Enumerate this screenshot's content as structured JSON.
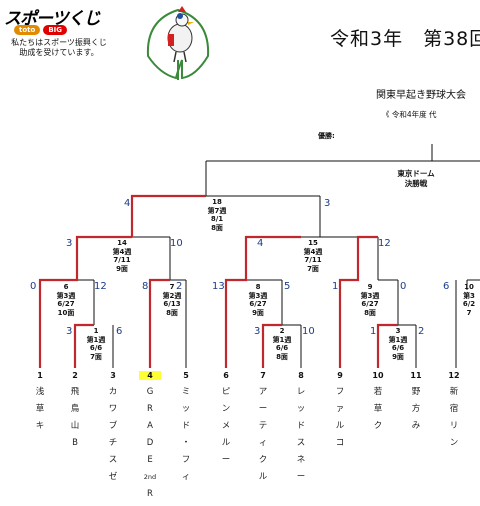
{
  "header": {
    "logo_text": "スポーツくじ",
    "badge_toto": "toto",
    "badge_big": "BIG",
    "support_line1": "私たちはスポーツ振興くじ",
    "support_line2": "助成を受けています。",
    "title": "令和3年　第38回",
    "subtitle": "関東早起き野球大会",
    "subsub": "《 令和4年度 代",
    "winner_label": "優勝:"
  },
  "final": {
    "line1": "東京ドーム",
    "line2": "決勝戦"
  },
  "games": {
    "g18": [
      "18",
      "第7週",
      "8/1",
      "8面"
    ],
    "g14": [
      "14",
      "第4週",
      "7/11",
      "9面"
    ],
    "g15": [
      "15",
      "第4週",
      "7/11",
      "7面"
    ],
    "g6": [
      "6",
      "第3週",
      "6/27",
      "10面"
    ],
    "g7": [
      "7",
      "第2週",
      "6/13",
      "8面"
    ],
    "g8": [
      "8",
      "第3週",
      "6/27",
      "9面"
    ],
    "g9": [
      "9",
      "第3週",
      "6/27",
      "8面"
    ],
    "g10": [
      "10",
      "第3",
      "6/2",
      "7"
    ],
    "g1": [
      "1",
      "第1週",
      "6/6",
      "7面"
    ],
    "g2": [
      "2",
      "第1週",
      "6/6",
      "8面"
    ],
    "g3": [
      "3",
      "第1週",
      "6/6",
      "9面"
    ]
  },
  "scores": {
    "s18l": "4",
    "s18r": "3",
    "s14l": "3",
    "s14r": "10",
    "s15l": "4",
    "s15r": "12",
    "s6l": "0",
    "s6r": "12",
    "s7l": "8",
    "s7r": "2",
    "s8l": "13",
    "s8r": "5",
    "s9l": "1",
    "s9r": "0",
    "s1l": "3",
    "s1r": "6",
    "s2l": "3",
    "s2r": "10",
    "s3l": "1",
    "s3r": "2",
    "s10l": "6"
  },
  "teams": [
    {
      "num": "1",
      "chars": [
        "浅",
        "草",
        "キ"
      ]
    },
    {
      "num": "2",
      "chars": [
        "飛",
        "鳥",
        "山",
        "B"
      ]
    },
    {
      "num": "3",
      "chars": [
        "カ",
        "ワ",
        "ブ",
        "チ",
        "ス",
        "ゼ"
      ]
    },
    {
      "num": "4",
      "chars": [
        "G",
        "R",
        "A",
        "D",
        "E",
        "2nd",
        "R"
      ]
    },
    {
      "num": "5",
      "chars": [
        "ミ",
        "ッ",
        "ド",
        "・",
        "フ",
        "ィ"
      ]
    },
    {
      "num": "6",
      "chars": [
        "ピ",
        "ン",
        "メ",
        "ル",
        "ー"
      ]
    },
    {
      "num": "7",
      "chars": [
        "ア",
        "ー",
        "テ",
        "ィ",
        "ク",
        "ル"
      ]
    },
    {
      "num": "8",
      "chars": [
        "レ",
        "ッ",
        "ド",
        "ス",
        "ネ",
        "ー"
      ]
    },
    {
      "num": "9",
      "chars": [
        "フ",
        "ァ",
        "ル",
        "コ"
      ]
    },
    {
      "num": "10",
      "chars": [
        "若",
        "草",
        "ク"
      ]
    },
    {
      "num": "11",
      "chars": [
        "野",
        "方",
        "み"
      ]
    },
    {
      "num": "12",
      "chars": [
        "新",
        "宿",
        "リ",
        "ン"
      ]
    }
  ]
}
